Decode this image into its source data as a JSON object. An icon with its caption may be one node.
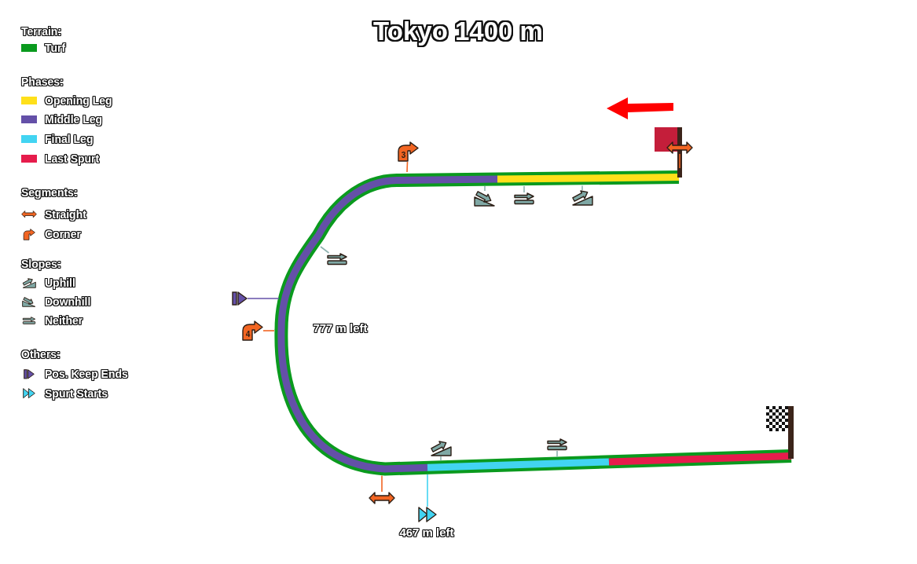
{
  "diagram": {
    "title": "Tokyo 1400 m",
    "nodes": [
      {
        "text": [
          "3"
        ]
      },
      {
        "text": [],
        "shape": "picture"
      },
      {
        "text": [],
        "shape": "picture"
      },
      {
        "text": [],
        "shape": "picture"
      },
      {
        "text": [],
        "shape": "picture"
      },
      {
        "text": [],
        "shape": "picture"
      },
      {
        "text": [],
        "shape": "picture"
      },
      {
        "text": [
          "4"
        ]
      },
      {
        "text": [],
        "shape": "picture"
      },
      {
        "text": [],
        "shape": "picture",
        "beside": [
          "467 m left"
        ]
      },
      {
        "text": [],
        "shape": "picture"
      },
      {
        "text": [],
        "shape": "picture"
      }
    ],
    "edges": [
      {
        "from": 0,
        "to": null,
        "arrow": "none",
        "color": "#f26522"
      },
      {
        "from": 1,
        "to": null,
        "arrow": "none",
        "color": "#f26522"
      },
      {
        "from": 2,
        "to": null,
        "arrow": "none"
      },
      {
        "from": 3,
        "to": null,
        "arrow": "none"
      },
      {
        "from": 4,
        "to": null,
        "arrow": "none"
      },
      {
        "from": 5,
        "to": null,
        "arrow": "none"
      },
      {
        "from": 6,
        "to": null,
        "arrow": "none",
        "color": "#6450a8"
      },
      {
        "from": 7,
        "to": null,
        "arrow": "none",
        "color": "#f26522"
      },
      {
        "from": 8,
        "to": null,
        "arrow": "none",
        "color": "#f26522"
      },
      {
        "from": 9,
        "to": null,
        "arrow": "none",
        "color": "#42d4f2"
      },
      {
        "from": 10,
        "to": null,
        "arrow": "none"
      },
      {
        "from": 11,
        "to": null,
        "arrow": "none"
      }
    ],
    "labels": [
      "Terrain:",
      "Phases:",
      "Segments:",
      "Slopes:",
      "Others:",
      "777 m left"
    ],
    "legend": [
      {
        "text": "Turf",
        "color": "#0a9a1e"
      },
      {
        "text": "Opening Leg",
        "color": "#ffe01a"
      },
      {
        "text": "Middle Leg",
        "color": "#6450a8"
      },
      {
        "text": "Final Leg",
        "color": "#42d4f2"
      },
      {
        "text": "Last Spurt",
        "color": "#e61c4c"
      },
      {
        "text": "Straight"
      },
      {
        "text": "Corner"
      },
      {
        "text": "Uphill"
      },
      {
        "text": "Downhill"
      },
      {
        "text": "Neither"
      },
      {
        "text": "Pos. Keep Ends"
      },
      {
        "text": "Spurt Starts"
      }
    ]
  }
}
